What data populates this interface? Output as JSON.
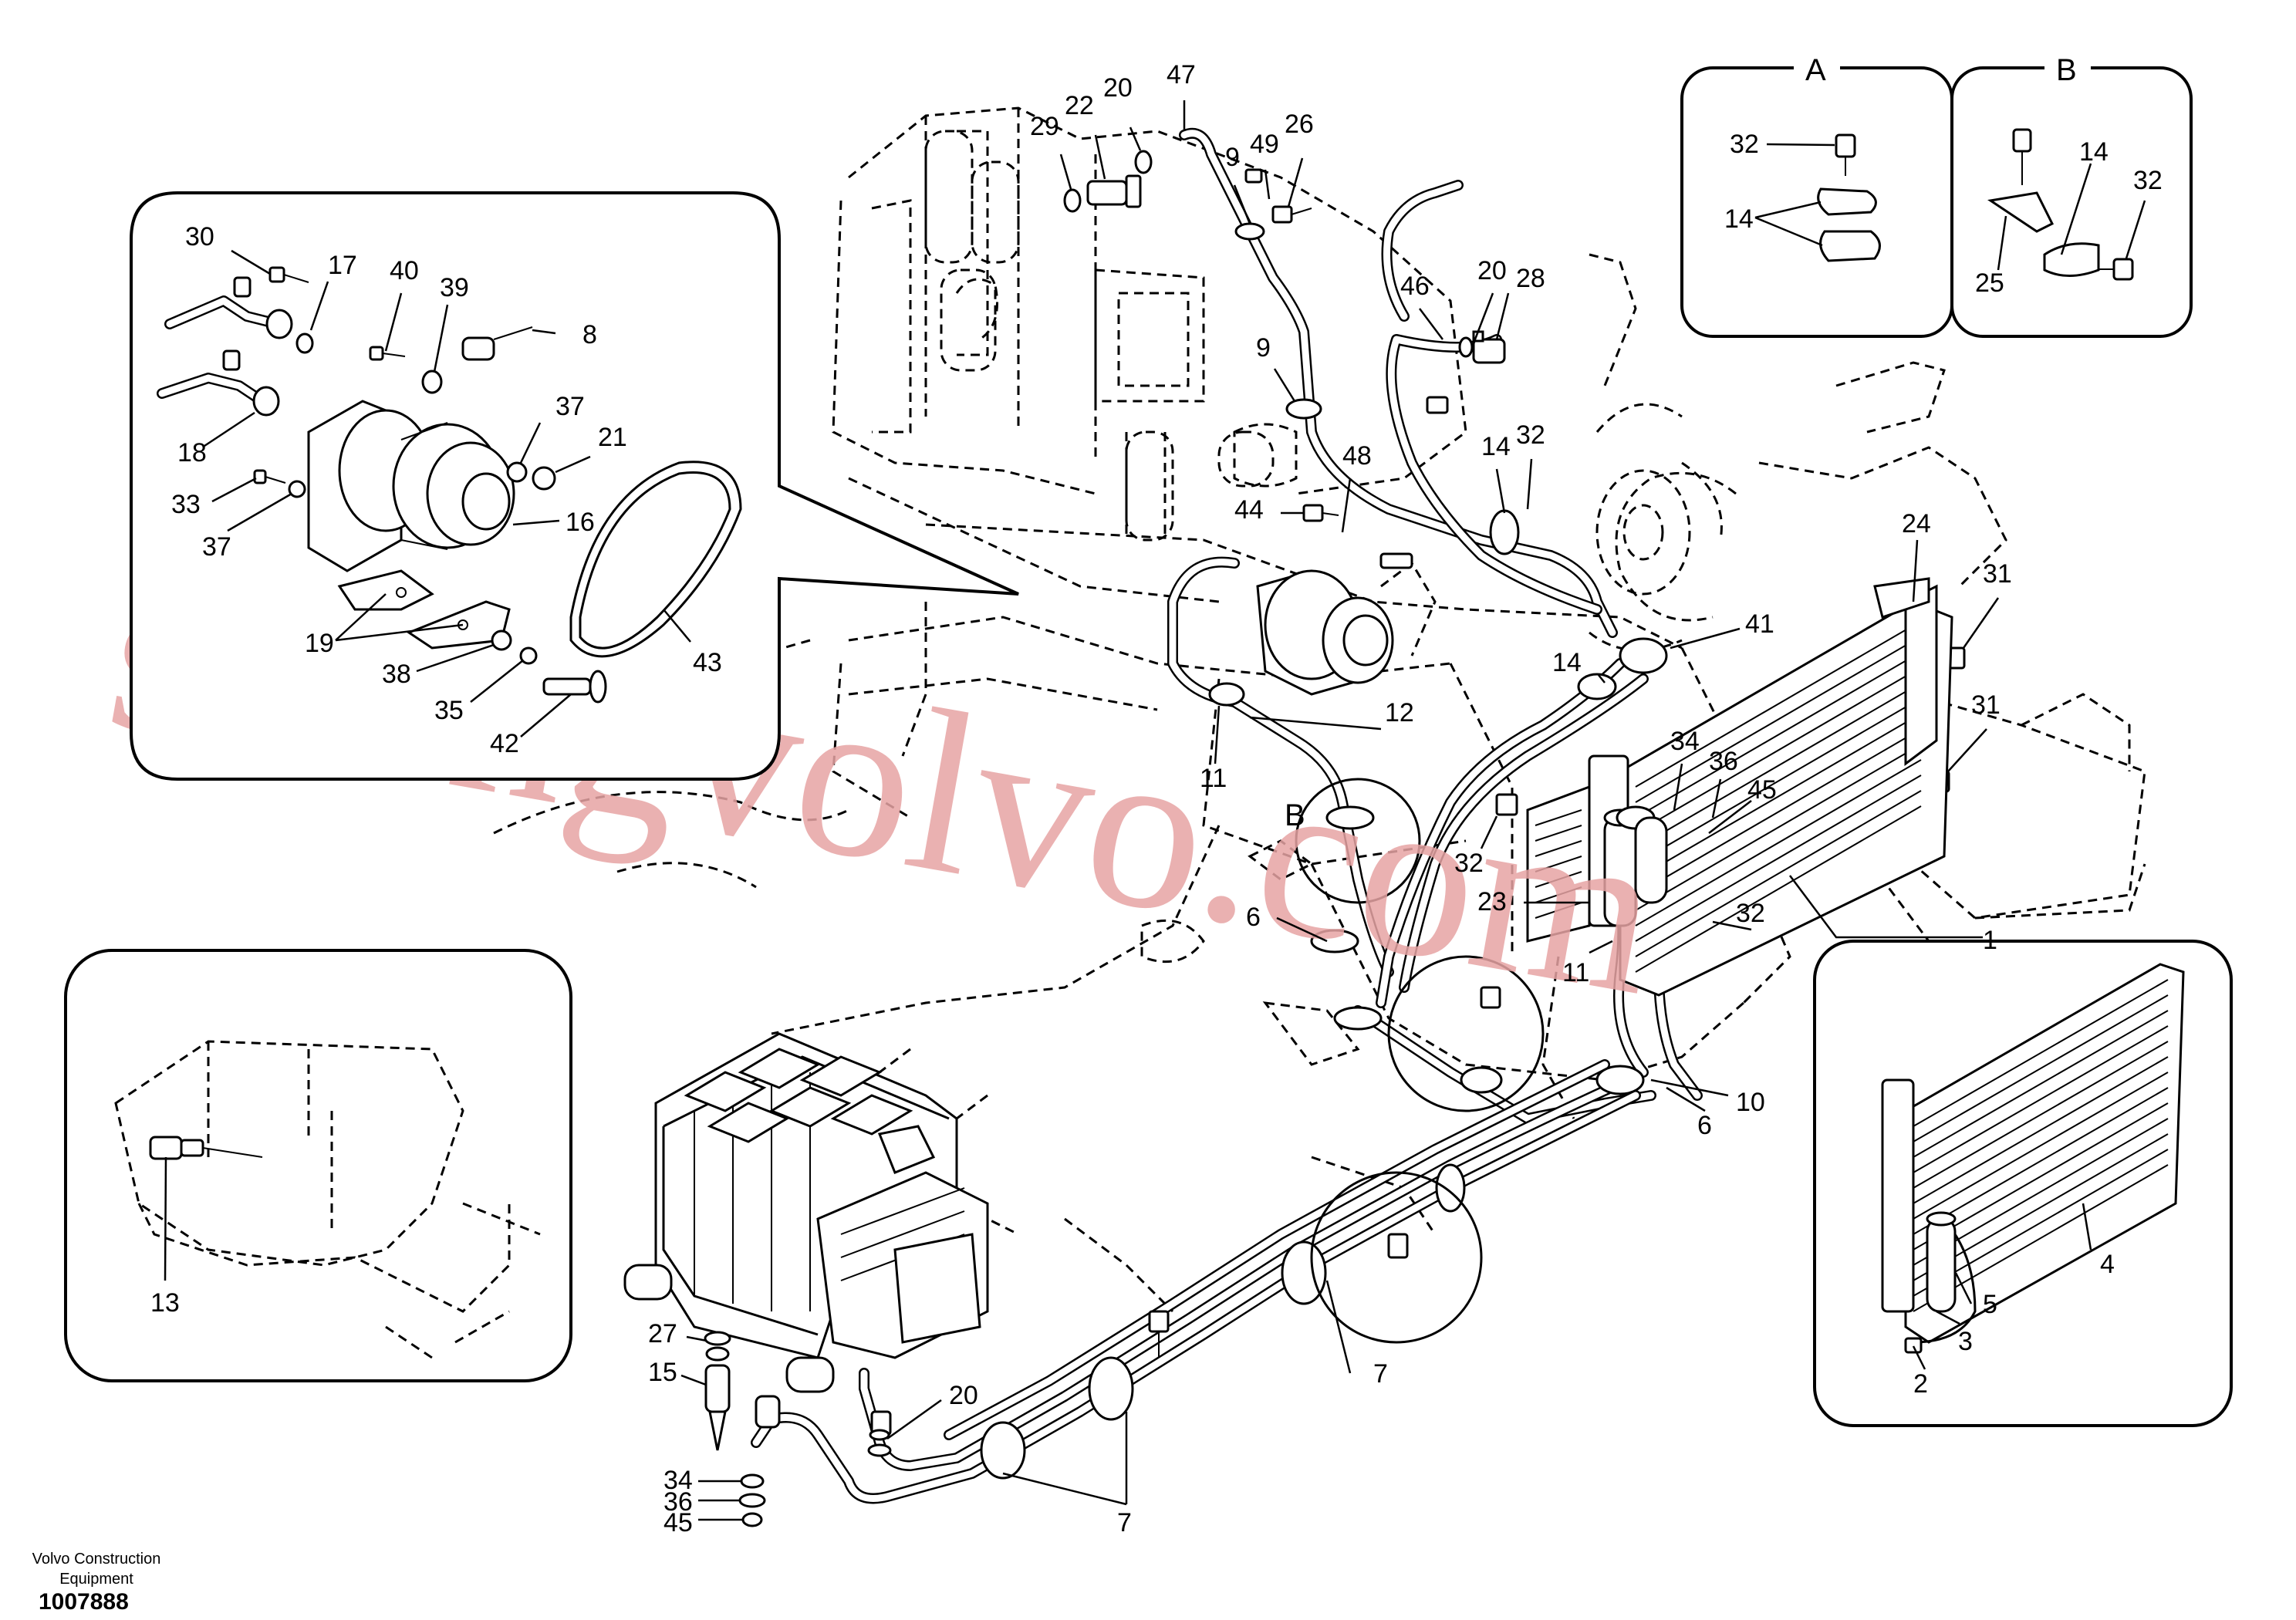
{
  "footer": {
    "brand_line1": "Volvo Construction",
    "brand_line2": "Equipment",
    "document_number": "1007888"
  },
  "watermark": "strongvolvo.com",
  "detail_views": {
    "a": "A",
    "b": "B",
    "b_callout": "B"
  },
  "callouts": {
    "n1": "1",
    "n2": "2",
    "n3": "3",
    "n4": "4",
    "n5": "5",
    "n6a": "6",
    "n6b": "6",
    "n7a": "7",
    "n7b": "7",
    "n8": "8",
    "n9a": "9",
    "n9b": "9",
    "n10": "10",
    "n11a": "11",
    "n11b": "11",
    "n12": "12",
    "n13": "13",
    "n14a": "14",
    "n14b": "14",
    "n14c": "14",
    "n14d": "14",
    "n15": "15",
    "n16": "16",
    "n17": "17",
    "n18": "18",
    "n19": "19",
    "n20a": "20",
    "n20b": "20",
    "n20c": "20",
    "n21": "21",
    "n22": "22",
    "n23": "23",
    "n24": "24",
    "n25": "25",
    "n26": "26",
    "n27": "27",
    "n28": "28",
    "n29": "29",
    "n30": "30",
    "n31a": "31",
    "n31b": "31",
    "n32a": "32",
    "n32b": "32",
    "n32c": "32",
    "n32d": "32",
    "n32e": "32",
    "n33": "33",
    "n34a": "34",
    "n34b": "34",
    "n35": "35",
    "n36a": "36",
    "n36b": "36",
    "n37a": "37",
    "n37b": "37",
    "n38": "38",
    "n39": "39",
    "n40": "40",
    "n41": "41",
    "n42": "42",
    "n43": "43",
    "n44": "44",
    "n45a": "45",
    "n45b": "45",
    "n46": "46",
    "n47": "47",
    "n48": "48",
    "n49": "49"
  },
  "colors": {
    "line": "#000000",
    "watermark": "#e7a4a4",
    "background": "#ffffff"
  }
}
